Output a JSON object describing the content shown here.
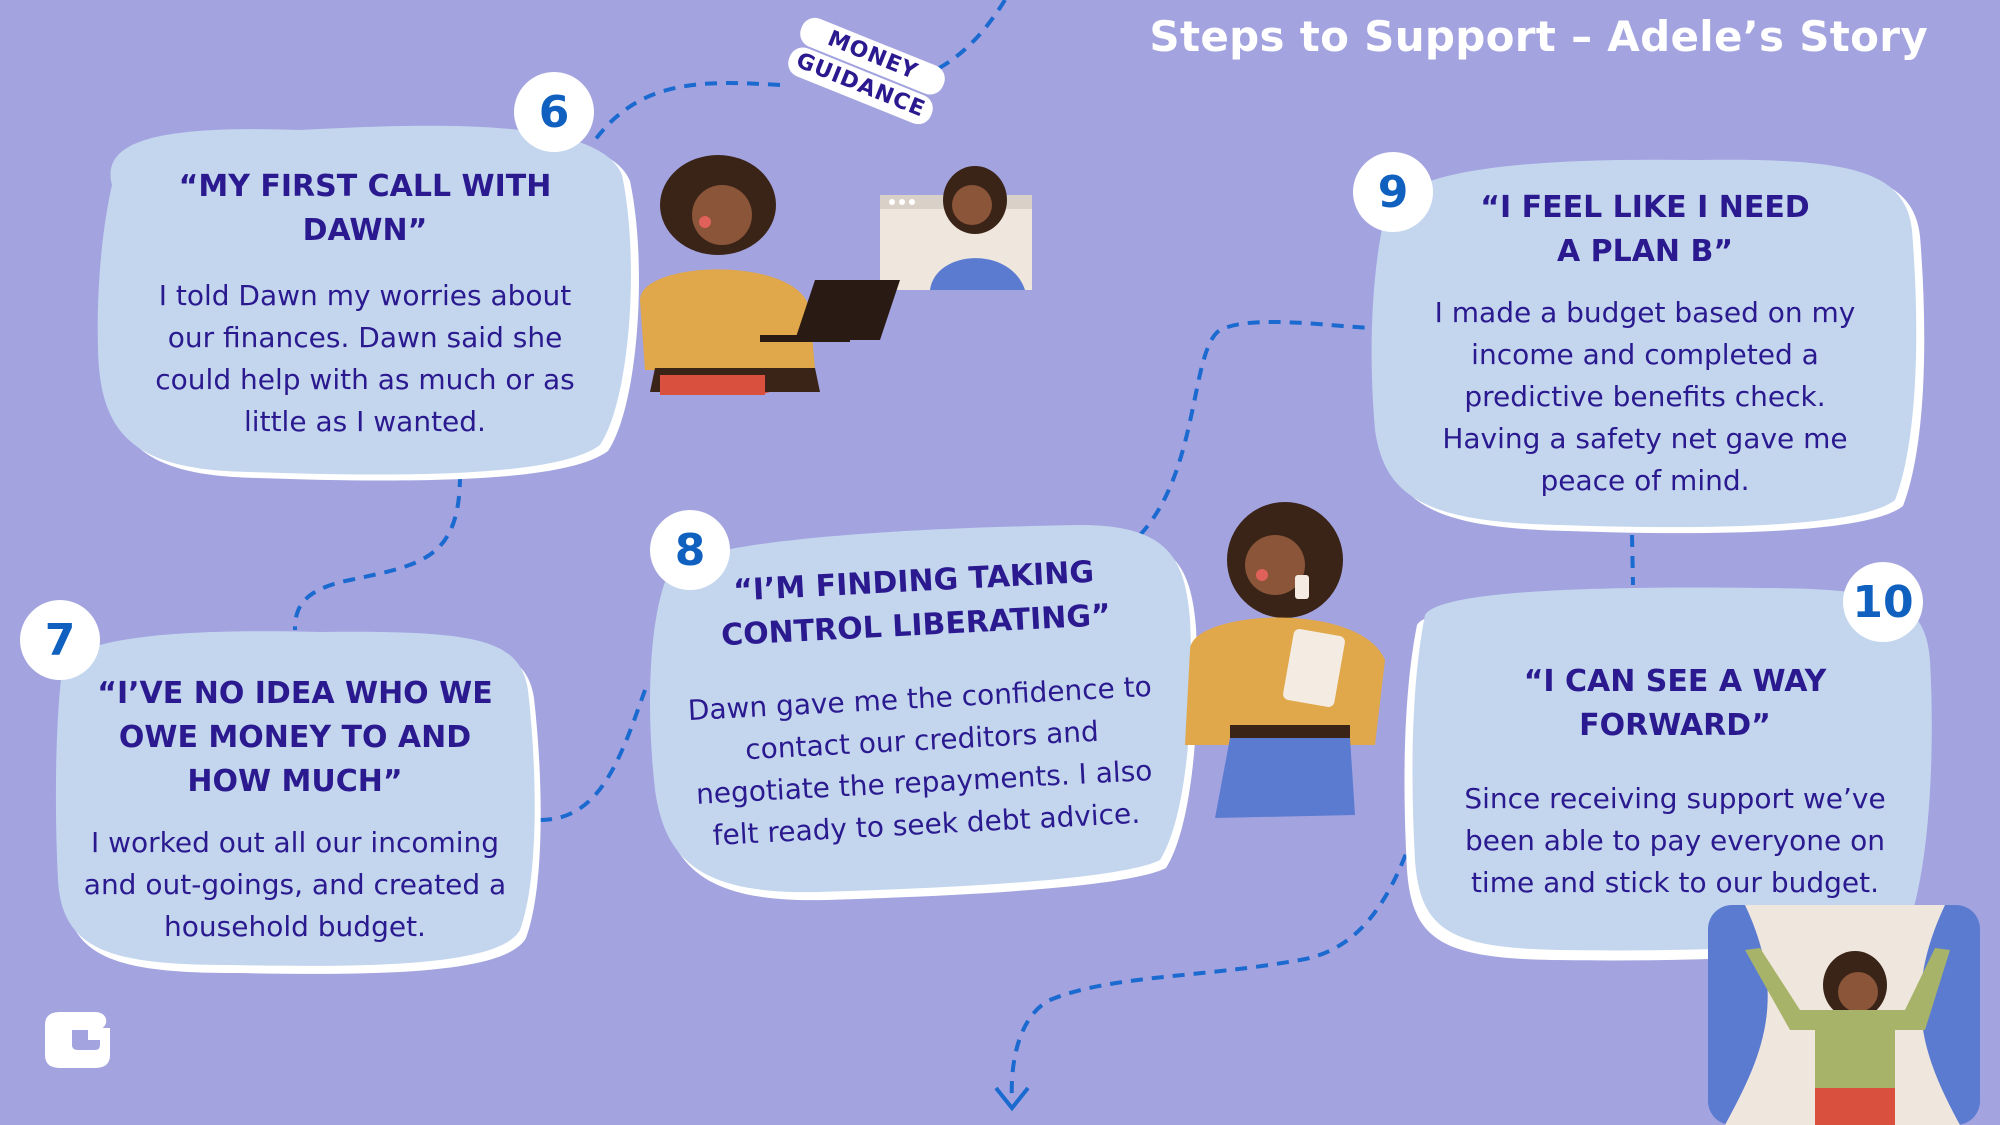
{
  "page_title": "Steps to Support – Adele’s Story",
  "tag": {
    "line1": "MONEY",
    "line2": "GUIDANCE"
  },
  "colors": {
    "background": "#a3a3e0",
    "card": "#c3d6ee",
    "heading": "#2b1a8f",
    "badge_number": "#1060c0",
    "path": "#1a6ad0"
  },
  "steps": [
    {
      "number": "6",
      "heading": "“MY FIRST CALL WITH DAWN”",
      "body": "I told Dawn my worries about our finances. Dawn said she could help with as much or as little as I wanted."
    },
    {
      "number": "7",
      "heading": "“I’VE NO IDEA WHO WE OWE MONEY TO AND HOW MUCH”",
      "body": "I worked out all our incoming and out-goings, and created a household budget."
    },
    {
      "number": "8",
      "heading": "“I’M FINDING TAKING CONTROL LIBERATING”",
      "body": "Dawn gave me the confidence to contact our creditors and negotiate the repayments. I also felt ready to seek debt advice."
    },
    {
      "number": "9",
      "heading": "“I FEEL LIKE I NEED A PLAN B”",
      "body": "I made a budget based on my income and completed a predictive benefits check. Having a safety net gave me peace of mind."
    },
    {
      "number": "10",
      "heading": "“I CAN SEE A WAY FORWARD”",
      "body": "Since receiving support we’ve been able to pay everyone on time and stick to our budget."
    }
  ],
  "logo": {
    "letter": "G"
  },
  "illustrations": [
    "woman-with-laptop-video-call",
    "woman-on-phone-with-tablet",
    "woman-celebrating-window"
  ]
}
